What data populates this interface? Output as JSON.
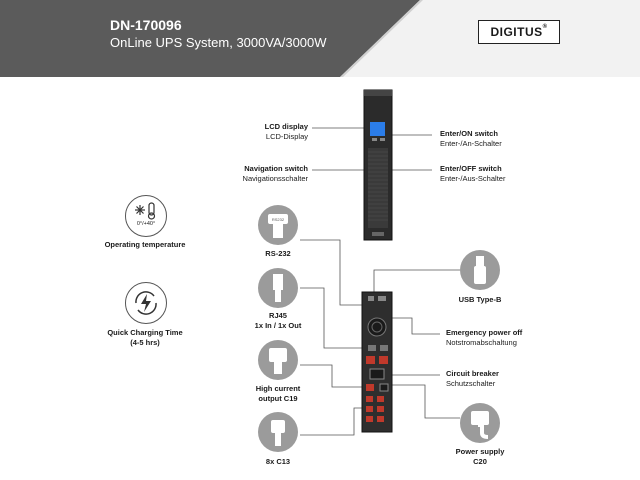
{
  "header": {
    "model": "DN-170096",
    "description": "OnLine UPS System, 3000VA/3000W"
  },
  "logo": "DIGITUS",
  "features": {
    "operating_temperature": {
      "icon_text": "0°/+40°",
      "label": "Operating temperature"
    },
    "quick_charging": {
      "label": "Quick Charging Time",
      "sub": "(4-5 hrs)"
    }
  },
  "front_labels": {
    "lcd": {
      "title": "LCD display",
      "sub": "LCD-Display"
    },
    "nav": {
      "title": "Navigation switch",
      "sub": "Navigationsschalter"
    },
    "enter_on": {
      "title": "Enter/ON switch",
      "sub": "Enter-/An-Schalter"
    },
    "enter_off": {
      "title": "Enter/OFF switch",
      "sub": "Enter-/Aus-Schalter"
    }
  },
  "rear_labels": {
    "rs232": {
      "title": "RS-232",
      "port_text": "RS232"
    },
    "rj45": {
      "title": "RJ45",
      "sub": "1x In / 1x Out"
    },
    "c19": {
      "title": "High current",
      "sub": "output C19"
    },
    "c13": {
      "title": "8x C13"
    },
    "usb": {
      "title": "USB Type-B"
    },
    "epo": {
      "title": "Emergency power off",
      "sub": "Notstromabschaltung"
    },
    "breaker": {
      "title": "Circuit breaker",
      "sub": "Schutzschalter"
    },
    "power": {
      "title": "Power supply",
      "sub": "C20"
    }
  },
  "colors": {
    "header_bg": "#5b5b5b",
    "icon_circle": "#9b9b9b",
    "device": "#2b2b2b",
    "screen": "#2b7de9"
  }
}
